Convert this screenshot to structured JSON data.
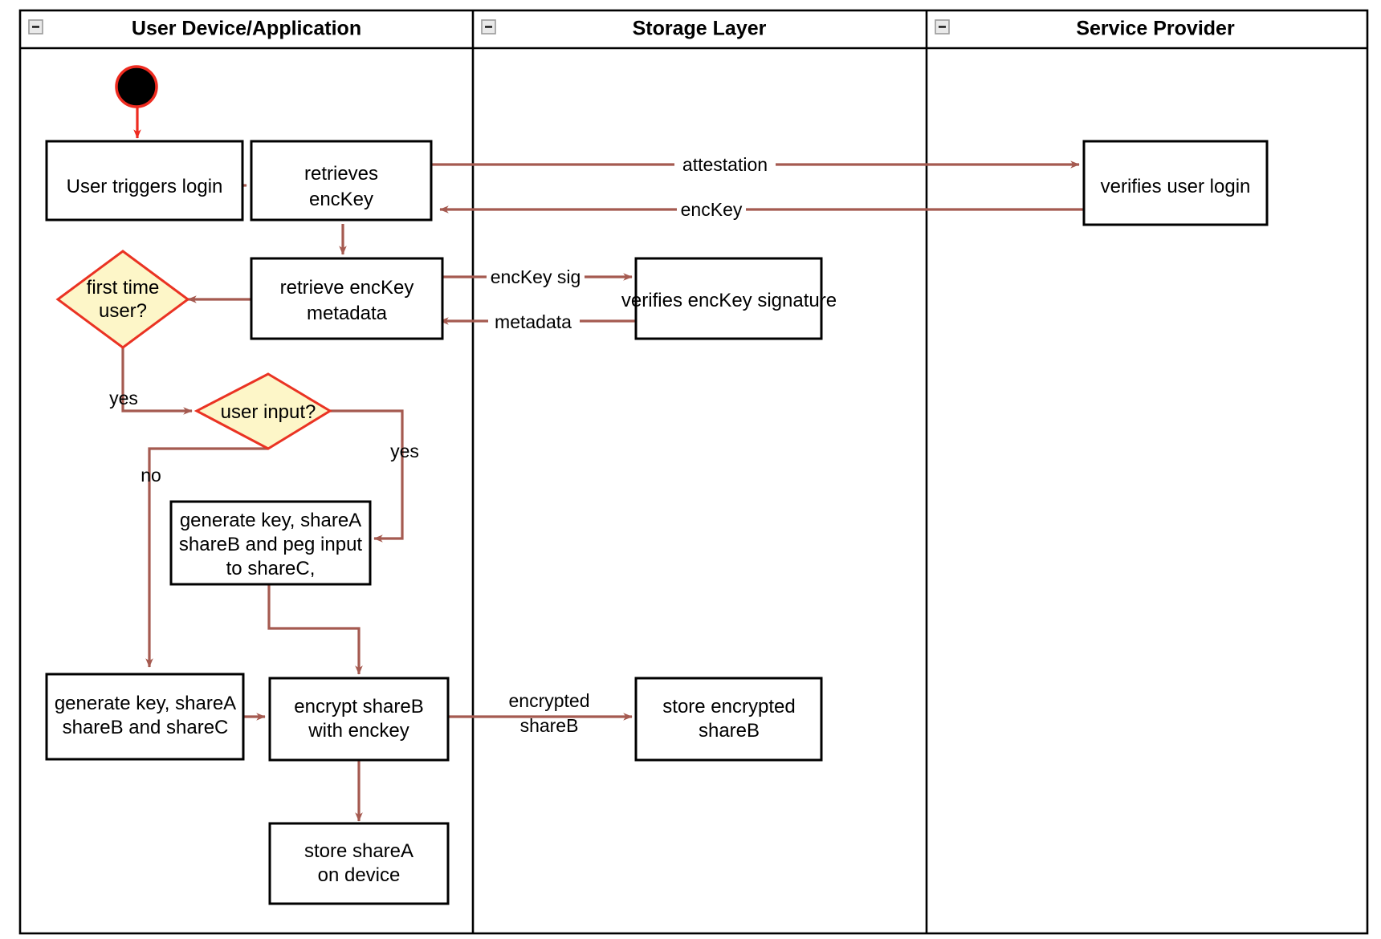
{
  "diagram": {
    "type": "uml-activity-swimlane",
    "title": "",
    "background_color": "#ffffff",
    "flow_color": "#a55a50",
    "decision_fill": "#fdf6c8",
    "decision_stroke": "#ea3323",
    "node_stroke": "#000000",
    "start_node_fill": "#000000",
    "start_node_stroke": "#ee2b20"
  },
  "lanes": [
    {
      "id": "lane-user-device",
      "title": "User Device/Application",
      "collapse_icon": "collapse-minus-icon"
    },
    {
      "id": "lane-storage",
      "title": "Storage Layer",
      "collapse_icon": "collapse-minus-icon"
    },
    {
      "id": "lane-service-provider",
      "title": "Service Provider",
      "collapse_icon": "collapse-minus-icon"
    }
  ],
  "nodes": [
    {
      "id": "start",
      "lane": "lane-user-device",
      "kind": "initial-node",
      "label": ""
    },
    {
      "id": "user-triggers-login",
      "lane": "lane-user-device",
      "kind": "action",
      "lines": [
        "User triggers login"
      ]
    },
    {
      "id": "retrieves-enckey",
      "lane": "lane-user-device",
      "kind": "action",
      "lines": [
        "retrieves",
        "encKey"
      ]
    },
    {
      "id": "retrieve-enckey-metadata",
      "lane": "lane-user-device",
      "kind": "action",
      "lines": [
        "retrieve encKey",
        "metadata"
      ]
    },
    {
      "id": "first-time-user",
      "lane": "lane-user-device",
      "kind": "decision",
      "lines": [
        "first time",
        "user?"
      ]
    },
    {
      "id": "user-input",
      "lane": "lane-user-device",
      "kind": "decision",
      "lines": [
        "user input?"
      ]
    },
    {
      "id": "generate-peg",
      "lane": "lane-user-device",
      "kind": "action",
      "lines": [
        "generate key, shareA",
        "shareB and peg input",
        "to shareC,"
      ]
    },
    {
      "id": "generate-abc",
      "lane": "lane-user-device",
      "kind": "action",
      "lines": [
        "generate key, shareA",
        "shareB and shareC"
      ]
    },
    {
      "id": "encrypt-shareb",
      "lane": "lane-user-device",
      "kind": "action",
      "lines": [
        "encrypt shareB",
        "with enckey"
      ]
    },
    {
      "id": "store-sharea",
      "lane": "lane-user-device",
      "kind": "action",
      "lines": [
        "store shareA",
        "on device"
      ]
    },
    {
      "id": "verifies-enckey-signature",
      "lane": "lane-storage",
      "kind": "action",
      "lines": [
        "verifies encKey signature"
      ]
    },
    {
      "id": "store-encrypted-shareb",
      "lane": "lane-storage",
      "kind": "action",
      "lines": [
        "store encrypted",
        "shareB"
      ]
    },
    {
      "id": "verifies-user-login",
      "lane": "lane-service-provider",
      "kind": "action",
      "lines": [
        "verifies user login"
      ]
    }
  ],
  "edge_labels": {
    "attestation": "attestation",
    "enckey": "encKey",
    "enckey_sig": "encKey sig",
    "metadata": "metadata",
    "yes_first_time": "yes",
    "yes_user_input": "yes",
    "no_user_input": "no",
    "encrypted_line1": "encrypted",
    "encrypted_line2": "shareB"
  }
}
